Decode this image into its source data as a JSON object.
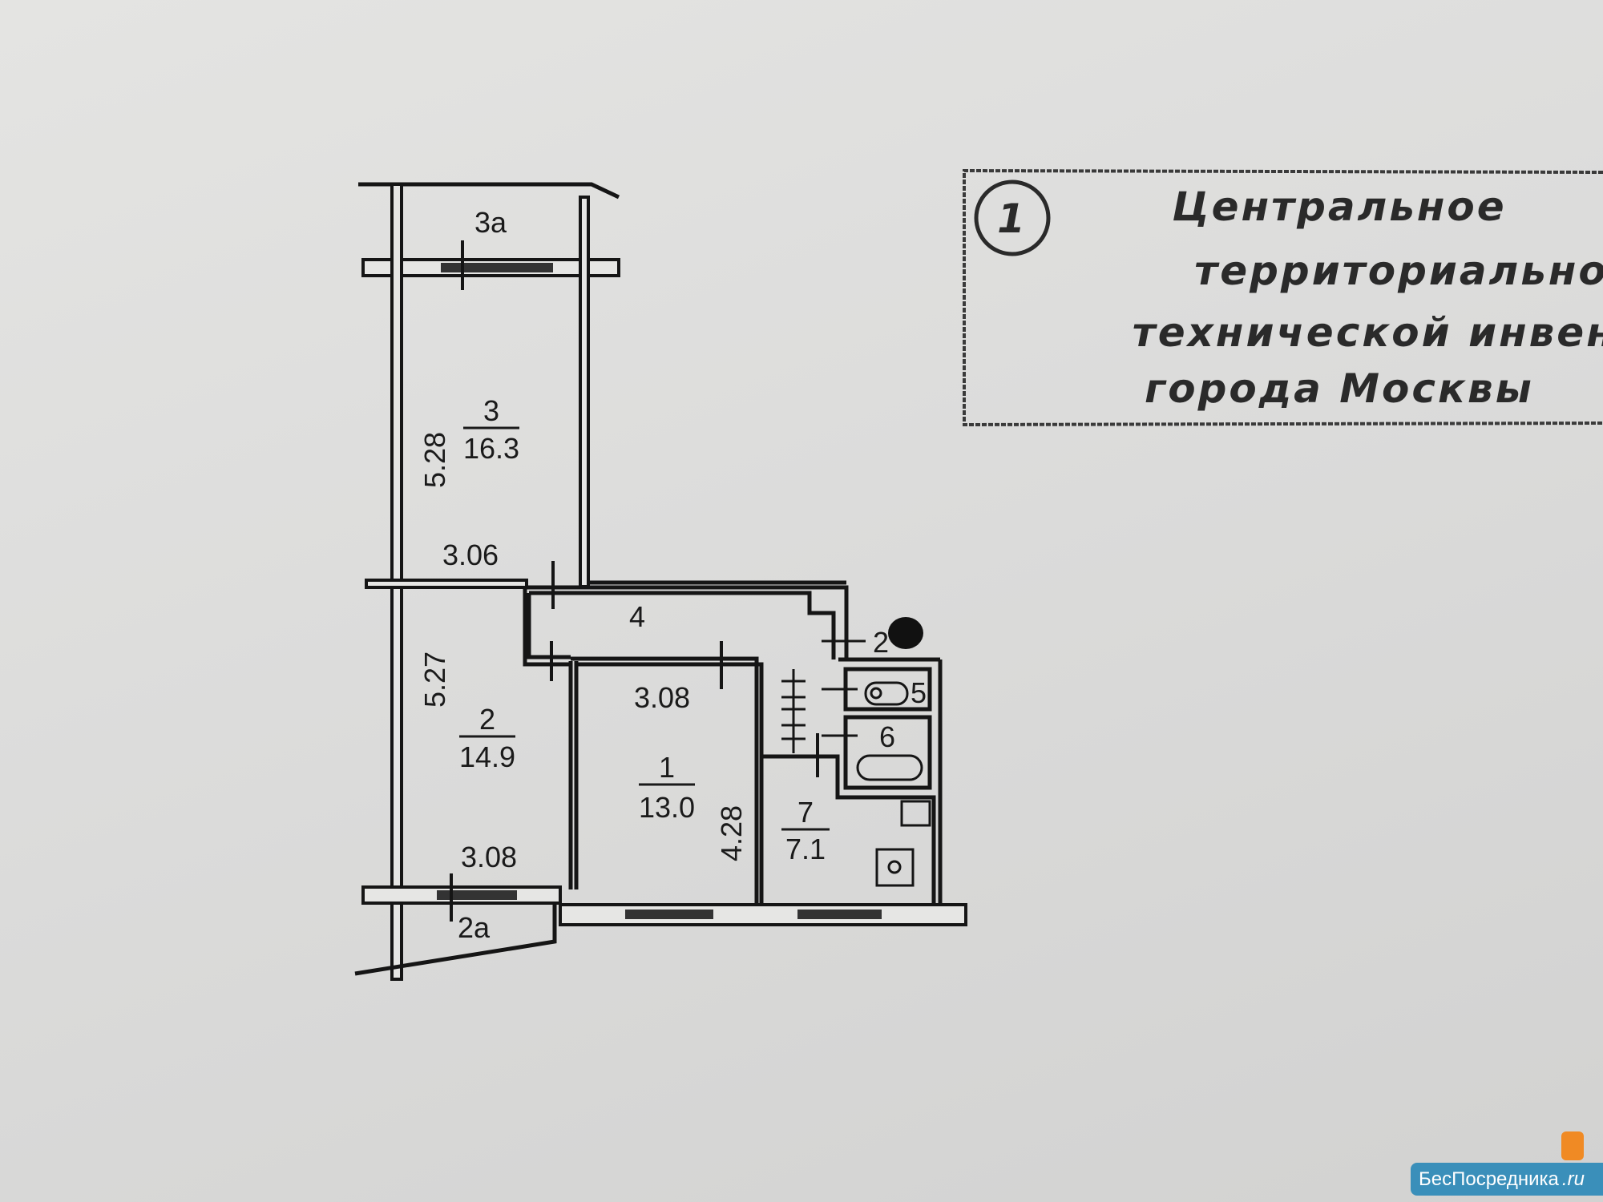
{
  "floor_plan": {
    "rooms": [
      {
        "number": "3a",
        "area": ""
      },
      {
        "number": "3",
        "area": "16.3"
      },
      {
        "number": "4",
        "area": ""
      },
      {
        "number": "2",
        "area": "14.9"
      },
      {
        "number": "1",
        "area": "13.0"
      },
      {
        "number": "7",
        "area": "7.1"
      },
      {
        "number": "5",
        "area": ""
      },
      {
        "number": "6",
        "area": ""
      },
      {
        "number": "2",
        "area": ""
      },
      {
        "number": "2a",
        "area": ""
      }
    ],
    "dimensions": {
      "room3_length": "5.28",
      "room3_width": "3.06",
      "room2_length": "5.27",
      "room1_width": "3.08",
      "room1_length": "4.28",
      "room2_width": "3.08"
    }
  },
  "stamp": {
    "number": "1",
    "lines": [
      "Центральное",
      "территориальное бюро",
      "технической инвентаризации",
      "города Москвы"
    ]
  },
  "watermark": {
    "brand": "БесПосредника",
    "tld": ".ru",
    "color": "#3a8fba"
  }
}
